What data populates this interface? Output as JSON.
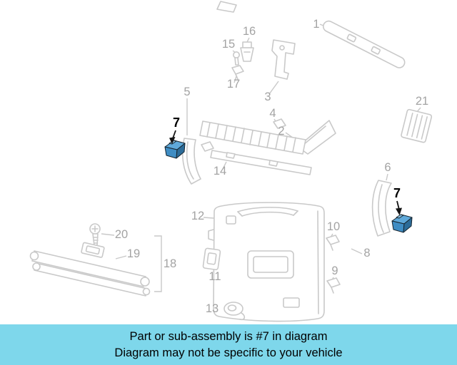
{
  "banner": {
    "line1": "Part or sub-assembly is #7 in diagram",
    "line2": "Diagram may not be specific to your vehicle",
    "background_color": "#7ed7eb",
    "text_color": "#000000"
  },
  "diagram": {
    "highlighted_part": "7",
    "highlight_fill": "#3f8dc4",
    "highlight_fill_light": "#5fa9da",
    "highlight_fill_dark": "#2c6c99",
    "line_color": "#c9c9c9",
    "label_color": "#a3a3a3",
    "labels": {
      "n1": "1",
      "n2": "2",
      "n3": "3",
      "n4": "4",
      "n5": "5",
      "n6": "6",
      "n7_left": "7",
      "n7_right": "7",
      "n8": "8",
      "n9": "9",
      "n10": "10",
      "n11": "11",
      "n12": "12",
      "n13": "13",
      "n14": "14",
      "n15": "15",
      "n16": "16",
      "n17": "17",
      "n18": "18",
      "n19": "19",
      "n20": "20",
      "n21": "21"
    }
  }
}
